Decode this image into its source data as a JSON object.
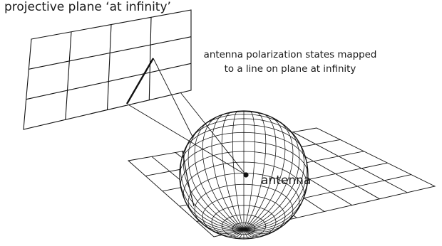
{
  "labels": {
    "projective_plane": "projective plane ‘at infinity’",
    "polarization_note_line1": "antenna polarization states mapped",
    "polarization_note_line2": "to a line on plane at infinity",
    "antenna": "antenna"
  },
  "colors": {
    "line": "#111111",
    "text": "#1a1a1a",
    "background": "#ffffff"
  }
}
